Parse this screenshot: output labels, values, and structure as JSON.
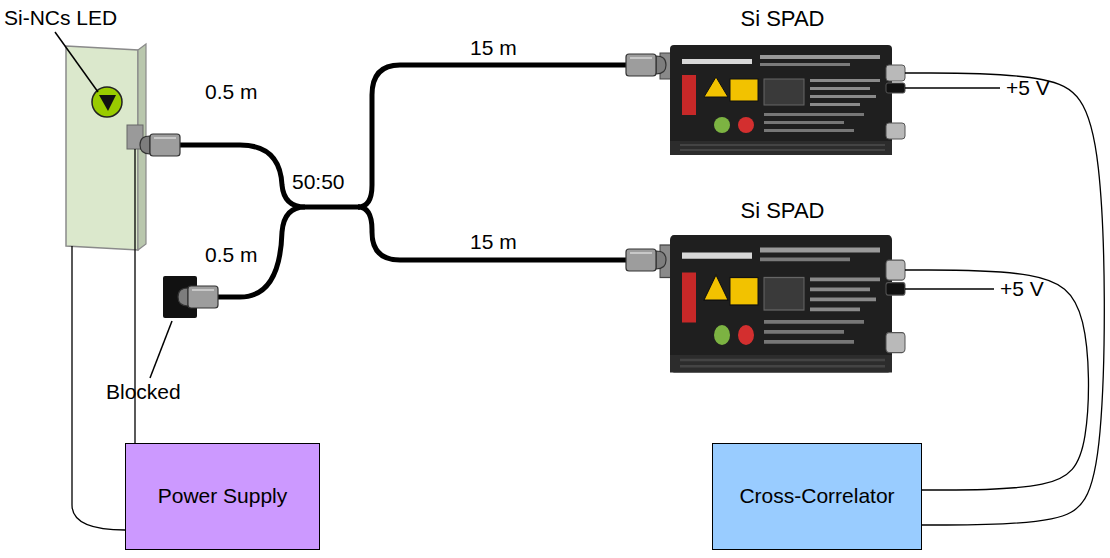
{
  "diagram": {
    "nodes": [
      {
        "text": [
          "Si SPAD"
        ]
      },
      {
        "text": [
          "Si SPAD"
        ]
      },
      {
        "text": [
          "Power Supply"
        ]
      },
      {
        "text": [
          "Cross-Correlator"
        ]
      }
    ],
    "edges": [
      {
        "from": 0,
        "to": 3,
        "arrow": "none"
      },
      {
        "from": 1,
        "to": 3,
        "arrow": "none"
      }
    ],
    "labels": [
      "Si-NCs LED",
      "0.5 m",
      "50:50",
      "0.5 m",
      "Blocked",
      "15 m",
      "15 m",
      "+5 V",
      "+5 V"
    ]
  }
}
